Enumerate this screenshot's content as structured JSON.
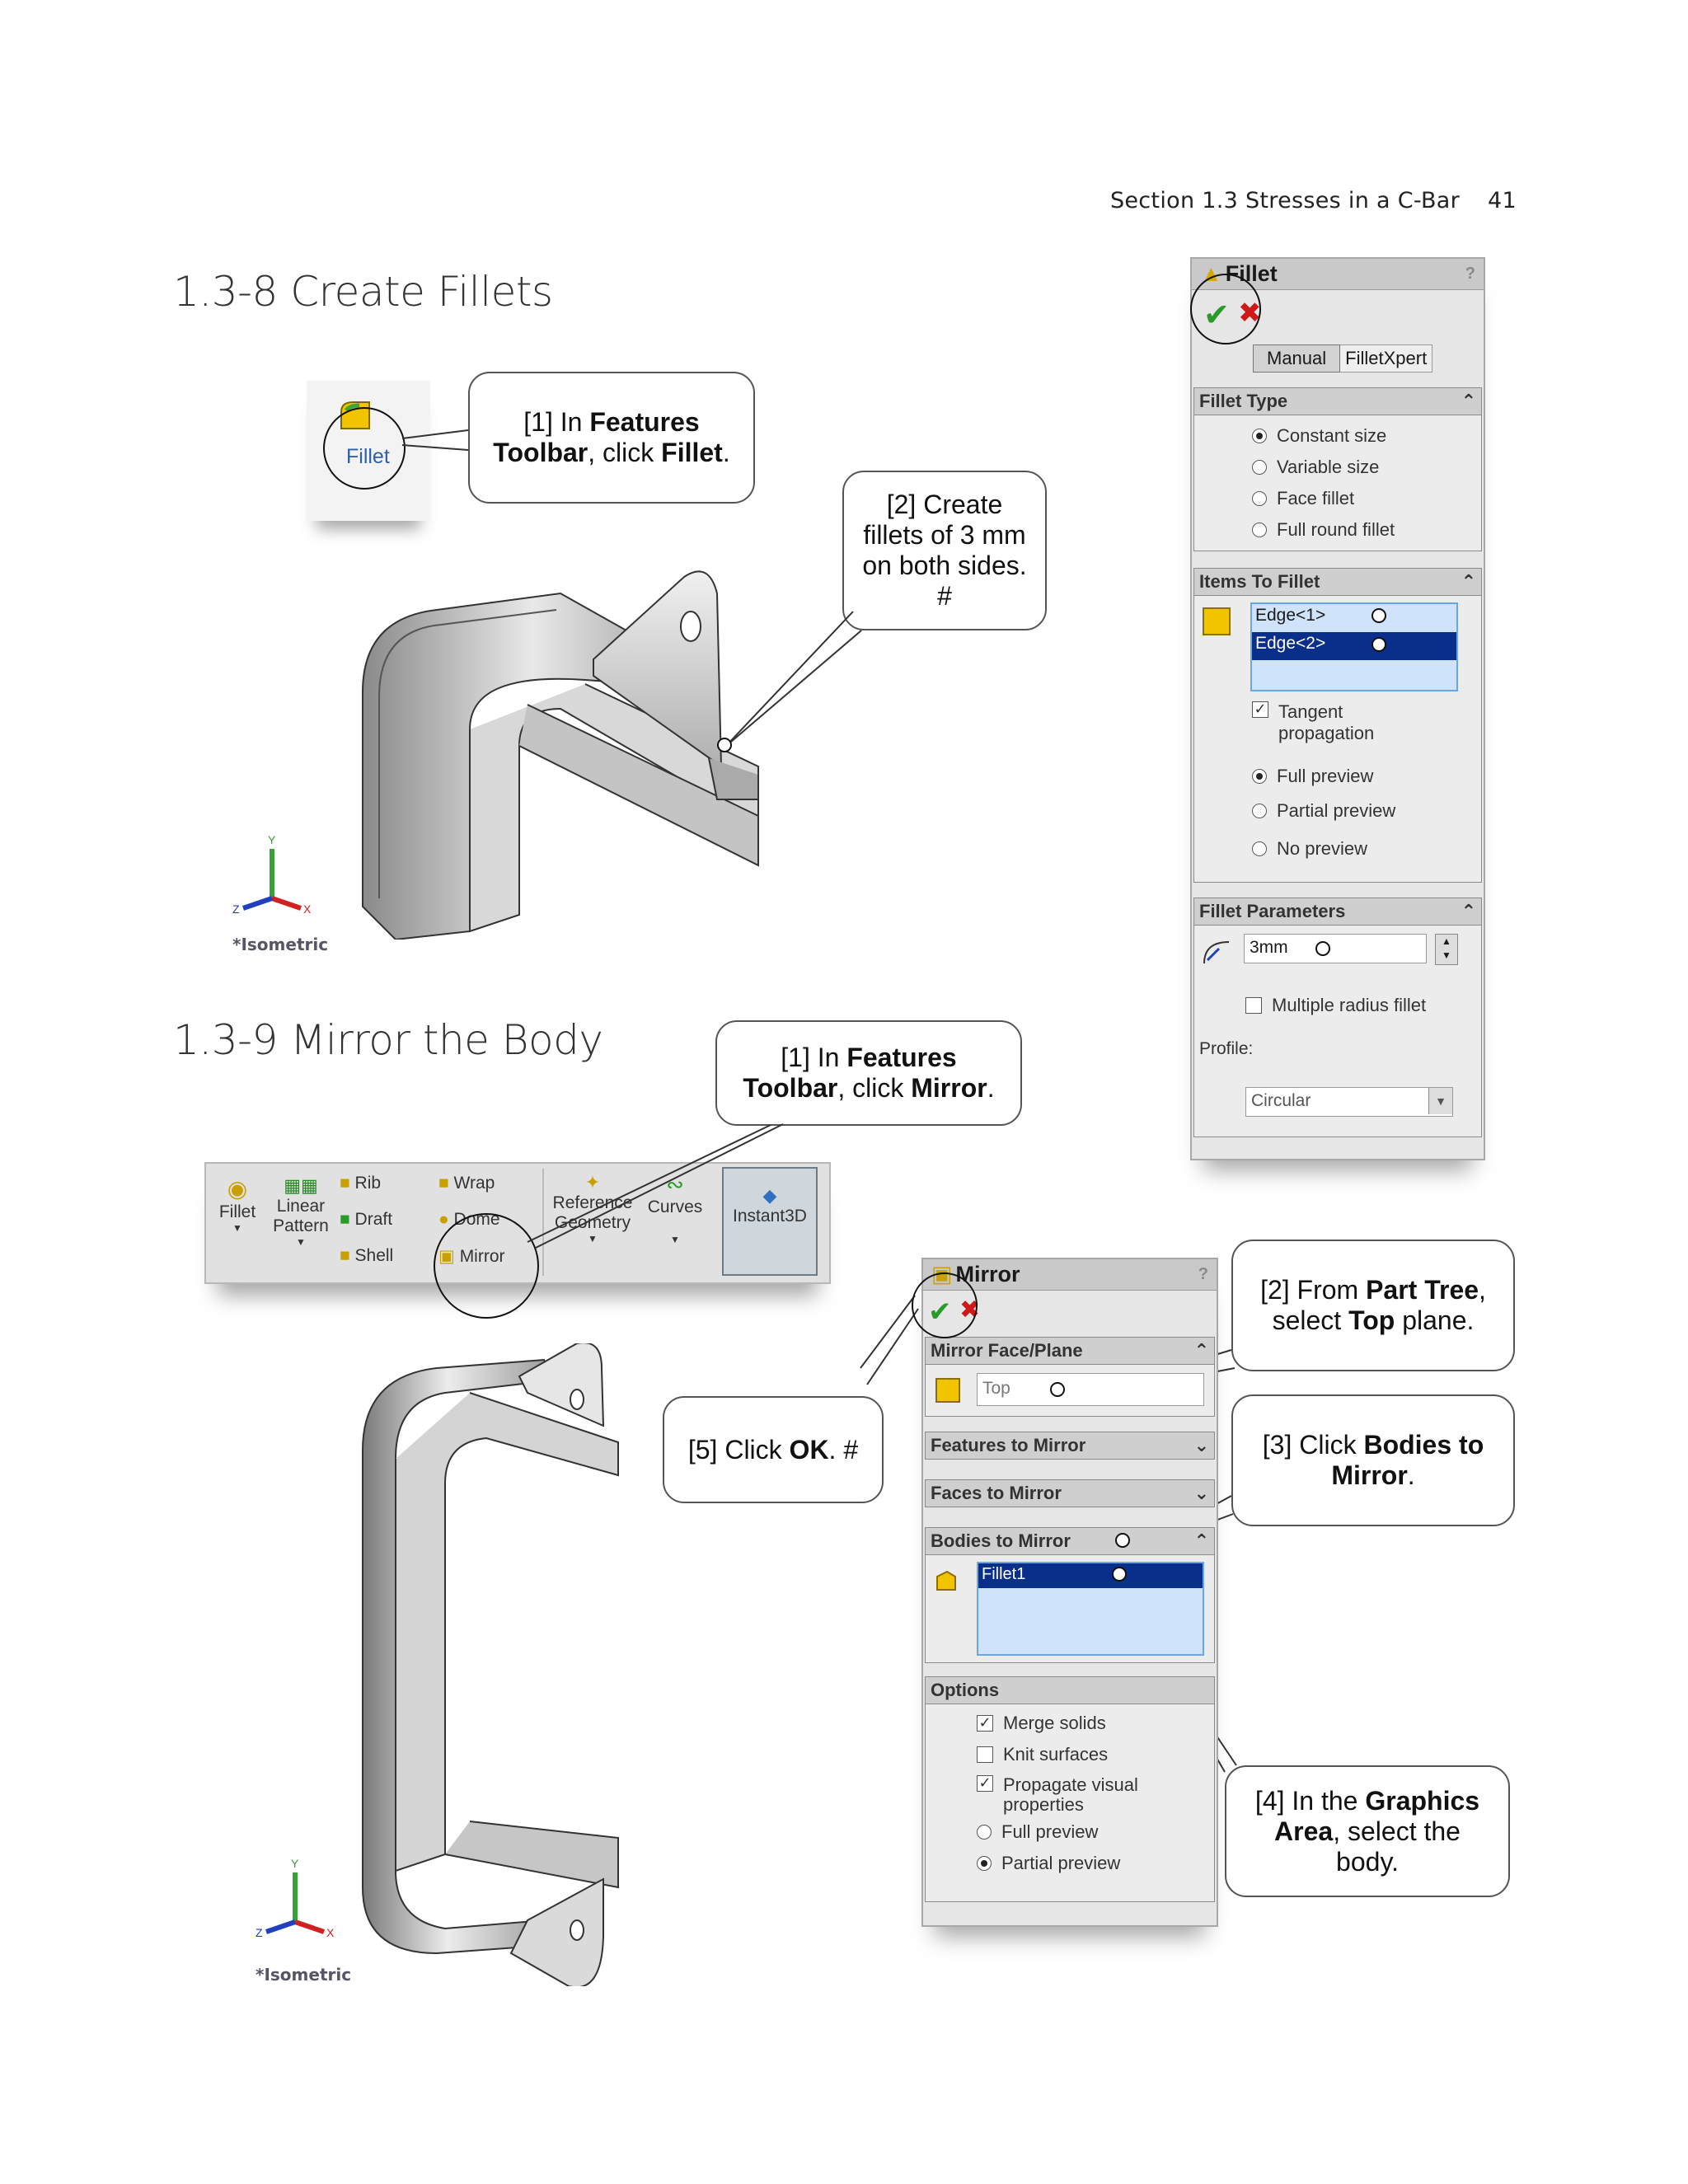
{
  "header": {
    "section": "Section 1.3  Stresses in a C-Bar",
    "page": "41"
  },
  "s1": {
    "title": "1.3-8  Create Fillets"
  },
  "s2": {
    "title": "1.3-9  Mirror the Body"
  },
  "fillet_button": {
    "label": "Fillet"
  },
  "callouts": {
    "c1_pre": "[1] In ",
    "c1_b1": "Features",
    "c1_b2": "Toolbar",
    "c1_mid": ", click ",
    "c1_b3": "Fillet",
    "c1_end": ".",
    "c2": "[2] Create fillets of 3 mm on both sides. #",
    "m1_pre": "[1] In ",
    "m1_b1": "Features",
    "m1_b2": "Toolbar",
    "m1_mid": ", click ",
    "m1_b3": "Mirror",
    "m1_end": ".",
    "m2_pre": "[2] From ",
    "m2_b1": "Part Tree",
    "m2_mid": ", select ",
    "m2_b2": "Top",
    "m2_end": " plane.",
    "m3_pre": "[3] Click ",
    "m3_b1": "Bodies to Mirror",
    "m3_end": ".",
    "m4_pre": "[4] In the ",
    "m4_b1": "Graphics Area",
    "m4_end": ", select the body.",
    "m5_pre": "[5] Click ",
    "m5_b1": "OK",
    "m5_end": ". #"
  },
  "triad": {
    "view_label": "*Isometric",
    "y": "Y",
    "x": "X",
    "z": "Z"
  },
  "fillet_panel": {
    "title": "Fillet",
    "tabs": [
      "Manual",
      "FilletXpert"
    ],
    "fillet_type": {
      "header": "Fillet Type",
      "options": [
        "Constant size",
        "Variable size",
        "Face fillet",
        "Full round fillet"
      ],
      "selected": "Constant size"
    },
    "items": {
      "header": "Items To Fillet",
      "edges": [
        "Edge<1>",
        "Edge<2>"
      ],
      "tangent": "Tangent propagation",
      "previews": [
        "Full preview",
        "Partial preview",
        "No preview"
      ],
      "selected_preview": "Full preview"
    },
    "params": {
      "header": "Fillet Parameters",
      "radius": "3mm",
      "multi": "Multiple radius fillet",
      "profile_label": "Profile:",
      "profile_value": "Circular"
    }
  },
  "toolbar": {
    "fillet": "Fillet",
    "linear": "Linear",
    "pattern": "Pattern",
    "rib": "Rib",
    "draft": "Draft",
    "shell": "Shell",
    "wrap": "Wrap",
    "dome": "Dome",
    "mirror": "Mirror",
    "reference": "Reference",
    "geometry": "Geometry",
    "curves": "Curves",
    "instant3d": "Instant3D"
  },
  "mirror_panel": {
    "title": "Mirror",
    "face_plane_header": "Mirror Face/Plane",
    "face_plane_value": "Top",
    "features_header": "Features to Mirror",
    "faces_header": "Faces to Mirror",
    "bodies_header": "Bodies to Mirror",
    "body_item": "Fillet1",
    "options_header": "Options",
    "merge": "Merge solids",
    "knit": "Knit surfaces",
    "propagate": "Propagate visual properties",
    "full_preview": "Full preview",
    "partial_preview": "Partial preview"
  },
  "colors": {
    "accent_blue": "#0a2f8a",
    "check_green": "#2a9a2a",
    "cancel_red": "#d01818",
    "icon_yellow": "#f2c400"
  }
}
